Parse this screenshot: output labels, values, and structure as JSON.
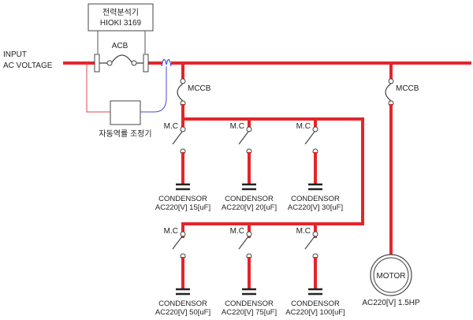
{
  "colors": {
    "bus": "#e3262b",
    "wire": "#555555",
    "thin_red": "#d94a4a",
    "thin_blue": "#4a4ad0",
    "text": "#222222"
  },
  "input_label": [
    "INPUT",
    "AC VOLTAGE"
  ],
  "power_analyzer": [
    "전력분석기",
    "HIOKI 3169"
  ],
  "acb_label": "ACB",
  "pf_controller_label": "자동역률 조정기",
  "mccb_label": "MCCB",
  "mc_label": "M.C",
  "condensers": [
    {
      "name": "CONDENSOR",
      "rating": "AC220[V] 15[uF]"
    },
    {
      "name": "CONDENSOR",
      "rating": "AC220[V] 20[uF]"
    },
    {
      "name": "CONDENSOR",
      "rating": "AC220[V] 30[uF]"
    },
    {
      "name": "CONDENSOR",
      "rating": "AC220[V] 50[uF]"
    },
    {
      "name": "CONDENSOR",
      "rating": "AC220[V] 75[uF]"
    },
    {
      "name": "CONDENSOR",
      "rating": "AC220[V] 100[uF]"
    }
  ],
  "motor": {
    "label": "MOTOR",
    "rating": "AC220[V] 1.5HP"
  }
}
